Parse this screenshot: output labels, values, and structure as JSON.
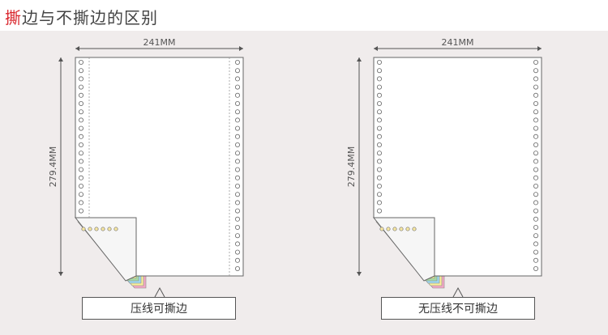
{
  "header": {
    "title_highlight": "撕",
    "title_rest": "边与不撕边的区别",
    "highlight_color": "#d9252c"
  },
  "panels": [
    {
      "width_label": "241MM",
      "height_label": "279.4MM",
      "caption": "压线可撕边",
      "perforated": true
    },
    {
      "width_label": "241MM",
      "height_label": "279.4MM",
      "caption": "无压线不可撕边",
      "perforated": false
    }
  ],
  "ply_colors": [
    "#f3a9c6",
    "#f8ee9a",
    "#9fd8ef",
    "#a8dca4",
    "#f6eb96"
  ]
}
